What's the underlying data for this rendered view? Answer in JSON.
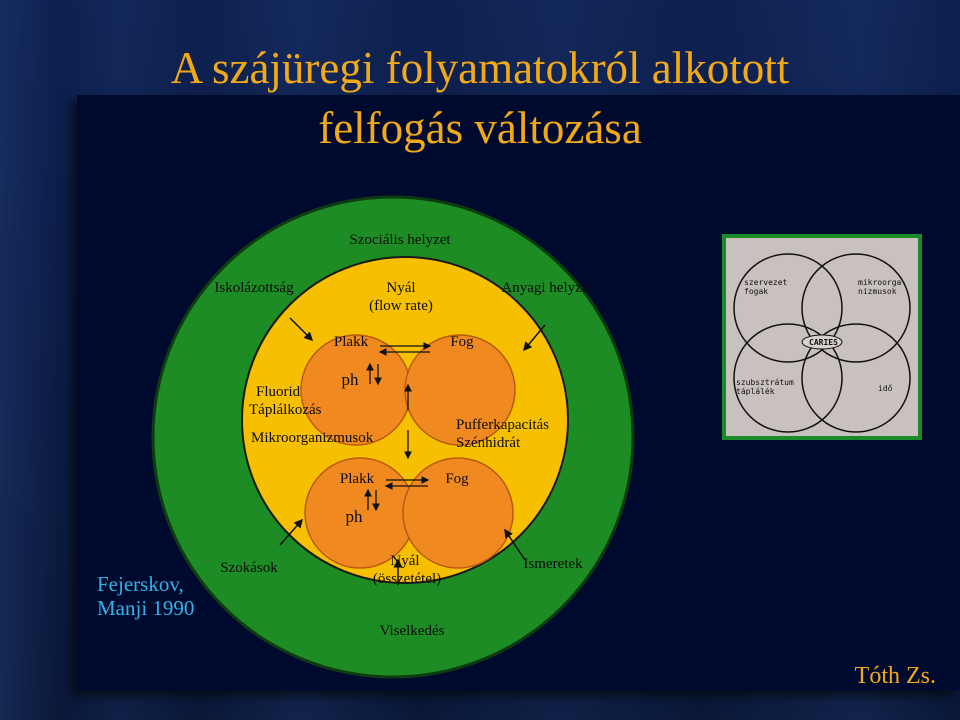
{
  "title": {
    "line1": "A szájüregi folyamatokról alkotott",
    "line2": "felfogás változása"
  },
  "reference": {
    "line1": "Fejerskov,",
    "line2": "Manji 1990"
  },
  "author": "Tóth Zs.",
  "colors": {
    "outer_ring": "#1d8c24",
    "inner_circle": "#f6c000",
    "small_circles": "#f08a20",
    "title": "#f2a917",
    "reference": "#2fb3e8"
  },
  "outer_ring_labels": {
    "social": "Szociális helyzet",
    "education": "Iskolázottság",
    "saliva_flow": "Nyál",
    "saliva_flow_sub": "(flow rate)",
    "material": "Anyagi helyzet",
    "habits": "Szokások",
    "saliva_comp": "Nyál",
    "saliva_comp_sub": "(összetétel)",
    "knowledge": "Ismeretek",
    "behavior": "Viselkedés"
  },
  "inner_labels": {
    "plaque_top": "Plakk",
    "tooth_top": "Fog",
    "ph_top": "ph",
    "fluoride": "Fluorid",
    "nutrition": "Táplálkozás",
    "microorganisms": "Mikroorganizmusok",
    "buffer": "Pufferkapacitás",
    "carbohydrate": "Szénhidrát",
    "plaque_bottom": "Plakk",
    "tooth_bottom": "Fog",
    "ph_bottom": "ph"
  },
  "venn_diagram": {
    "host_teeth": [
      "szervezet",
      "fogak"
    ],
    "microorganisms": [
      "mikroorga-",
      "nizmusok"
    ],
    "center": "CARIES",
    "substrate": [
      "szubsztrátum",
      "táplálék"
    ],
    "time": "idő"
  }
}
